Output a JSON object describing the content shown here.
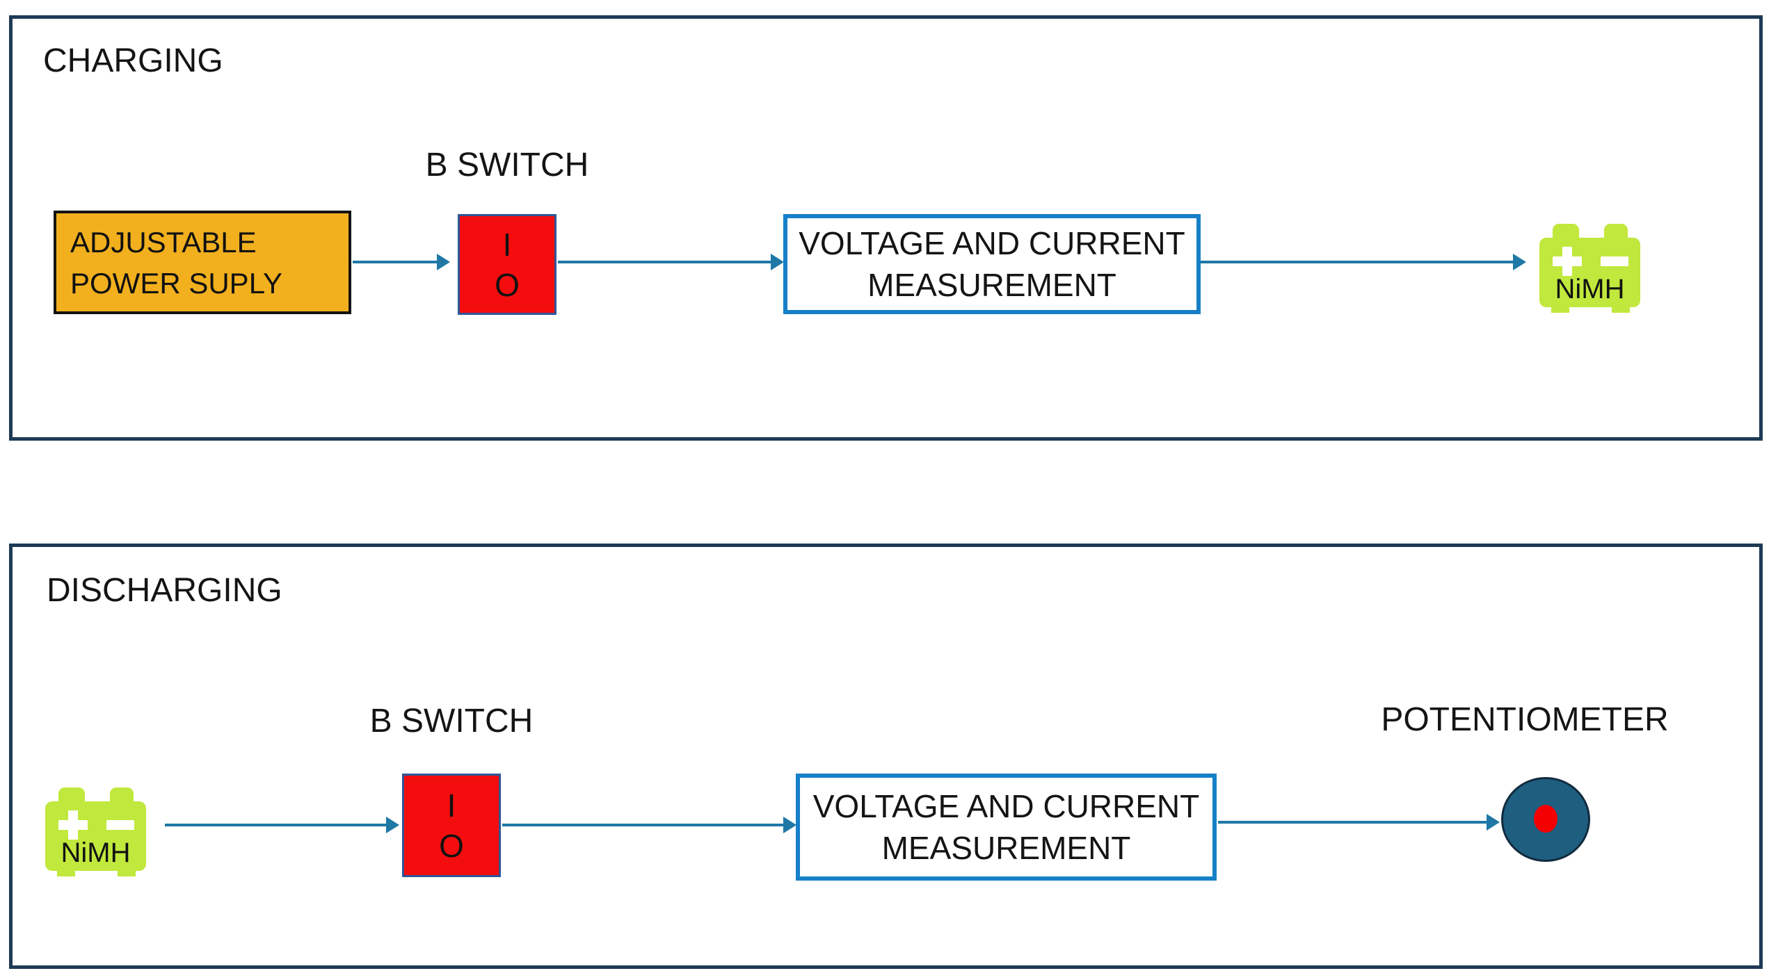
{
  "colors": {
    "panel_border": "#1E3A55",
    "arrow": "#1F78A6",
    "power_supply_fill": "#F2B01E",
    "power_supply_border": "#141414",
    "switch_fill": "#F40D0E",
    "switch_border": "#2F5597",
    "measurement_border": "#1680C8",
    "battery_fill": "#C1E83C",
    "potentiometer_fill": "#1E5F80",
    "potentiometer_dot": "#F50000"
  },
  "icons": {
    "battery": "battery-icon",
    "battery_plus": "plus-icon",
    "battery_minus": "minus-icon",
    "potentiometer": "potentiometer-knob-icon"
  },
  "charging": {
    "title": "CHARGING",
    "power_supply": {
      "line1": "ADJUSTABLE",
      "line2": "POWER SUPLY"
    },
    "switch": {
      "label": "B SWITCH",
      "on": "I",
      "off": "O"
    },
    "measurement": {
      "line1": "VOLTAGE AND CURRENT",
      "line2": "MEASUREMENT"
    },
    "battery": {
      "label": "NiMH"
    }
  },
  "discharging": {
    "title": "DISCHARGING",
    "battery": {
      "label": "NiMH"
    },
    "switch": {
      "label": "B SWITCH",
      "on": "I",
      "off": "O"
    },
    "measurement": {
      "line1": "VOLTAGE AND CURRENT",
      "line2": "MEASUREMENT"
    },
    "potentiometer": {
      "label": "POTENTIOMETER"
    }
  }
}
